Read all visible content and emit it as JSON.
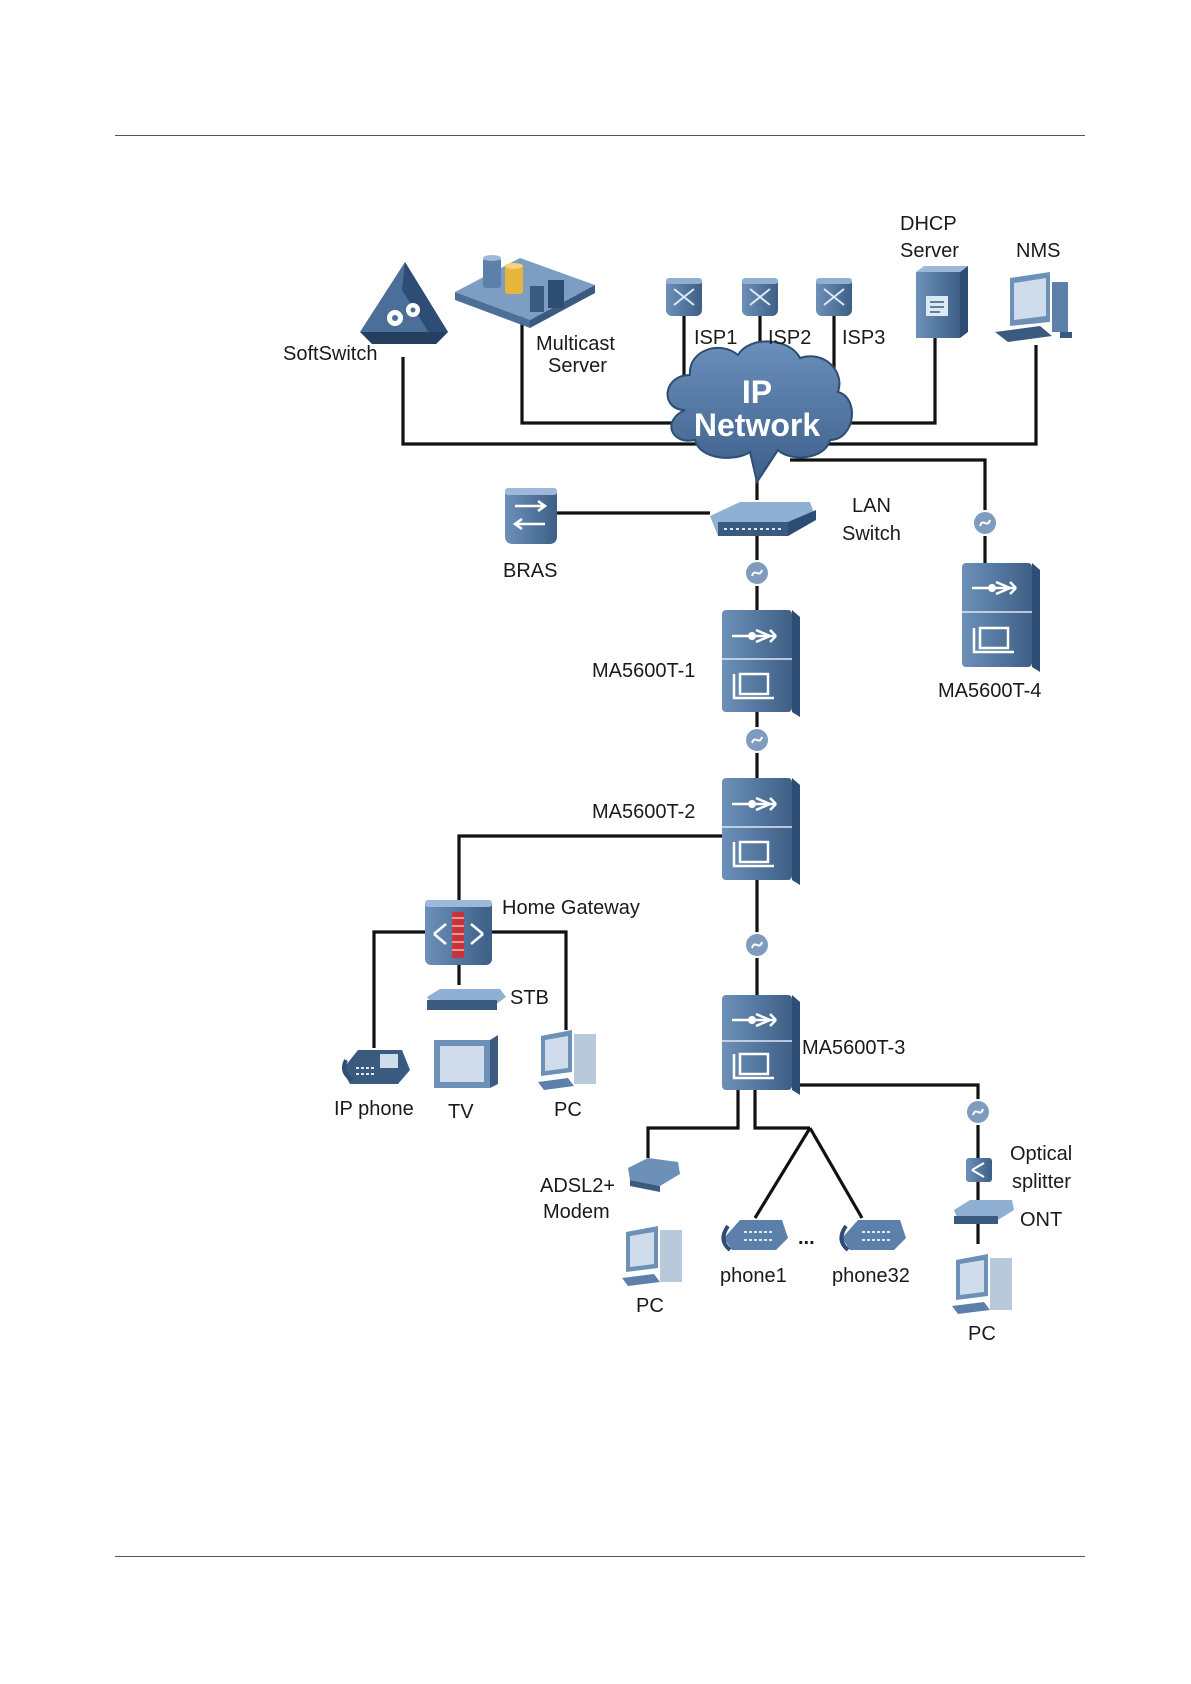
{
  "colors": {
    "device_dark": "#3a5a80",
    "device_mid": "#557aa3",
    "device_light": "#8fb0d3",
    "line": "#111111"
  },
  "cloud": {
    "line1": "IP",
    "line2": "Network"
  },
  "labels": {
    "softswitch": "SoftSwitch",
    "multicast_1": "Multicast",
    "multicast_2": "Server",
    "isp1": "ISP1",
    "isp2": "ISP2",
    "isp3": "ISP3",
    "dhcp_1": "DHCP",
    "dhcp_2": "Server",
    "nms": "NMS",
    "bras": "BRAS",
    "lan_1": "LAN",
    "lan_2": "Switch",
    "ma1": "MA5600T-1",
    "ma2": "MA5600T-2",
    "ma3": "MA5600T-3",
    "ma4": "MA5600T-4",
    "home_gateway": "Home Gateway",
    "stb": "STB",
    "ip_phone": "IP phone",
    "tv": "TV",
    "pc_home": "PC",
    "adsl_1": "ADSL2+",
    "adsl_2": "Modem",
    "pc_adsl": "PC",
    "phone1": "phone1",
    "ellipsis": "...",
    "phone32": "phone32",
    "splitter_1": "Optical",
    "splitter_2": "splitter",
    "ont": "ONT",
    "pc_ont": "PC"
  }
}
